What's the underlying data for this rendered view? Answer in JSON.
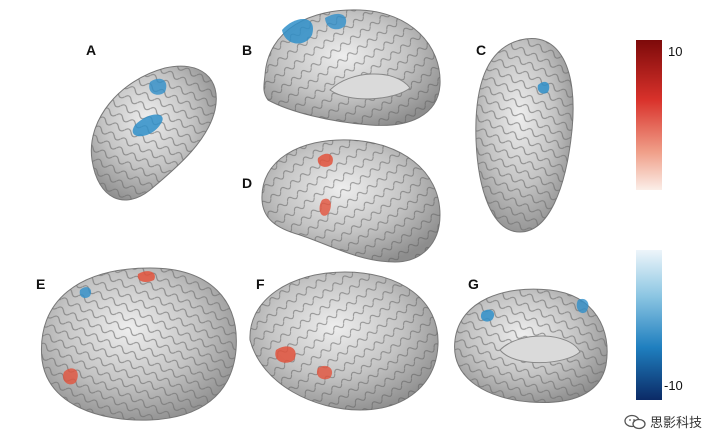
{
  "panels": [
    {
      "label": "A"
    },
    {
      "label": "B"
    },
    {
      "label": "C"
    },
    {
      "label": "D"
    },
    {
      "label": "E"
    },
    {
      "label": "F"
    },
    {
      "label": "G"
    }
  ],
  "colorbar": {
    "max_label": "10",
    "min_label": "-10",
    "positive_colors": [
      "#7d0a0a",
      "#d9322b",
      "#f0a08a",
      "#fbeee8"
    ],
    "negative_colors": [
      "#edf5fa",
      "#8ec7e3",
      "#1f7fbf",
      "#0b2a66"
    ]
  },
  "watermark": {
    "text": "思影科技",
    "icon": "wechat-icon"
  },
  "colors": {
    "surface": "#c9c9c9",
    "activation_pos": "#e2523c",
    "activation_neg": "#2f8fc9"
  }
}
